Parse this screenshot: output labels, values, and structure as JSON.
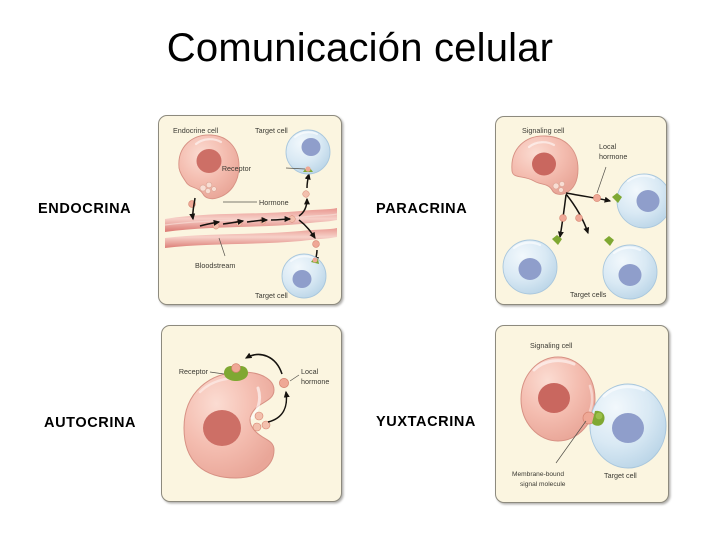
{
  "slide": {
    "title": "Comunicación celular",
    "background_color": "#ffffff"
  },
  "categories": [
    {
      "id": "endocrina",
      "label": "ENDOCRINA"
    },
    {
      "id": "paracrina",
      "label": "PARACRINA"
    },
    {
      "id": "autocrina",
      "label": "AUTOCRINA"
    },
    {
      "id": "yuxtacrina",
      "label": "YUXTACRINA"
    }
  ],
  "panels": {
    "endocrina": {
      "labels": {
        "source_cell": "Endocrine cell",
        "target_cell_top": "Target cell",
        "target_cell_bottom": "Target cell",
        "receptor": "Receptor",
        "signal": "Hormone",
        "vessel": "Bloodstream"
      }
    },
    "paracrina": {
      "labels": {
        "source_cell": "Signaling cell",
        "signal": "Local\nhormone",
        "signal_line1": "Local",
        "signal_line2": "hormone",
        "target_cells": "Target cells"
      }
    },
    "autocrina": {
      "labels": {
        "receptor": "Receptor",
        "signal_line1": "Local",
        "signal_line2": "hormone"
      }
    },
    "yuxtacrina": {
      "labels": {
        "source_cell": "Signaling cell",
        "signal_line1": "Membrane-bound",
        "signal_line2": "signal molecule",
        "target_cell": "Target cell"
      }
    }
  },
  "colors": {
    "panel_background": "#fbf5e0",
    "panel_border": "#8d8a7e",
    "signaling_cell_fill": "#f4bfb2",
    "signaling_cell_nucleus": "#c9675f",
    "target_cell_fill": "#dbeaf5",
    "target_cell_nucleus": "#8f9ecb",
    "receptor_green": "#7fa832",
    "hormone_pink": "#efa896",
    "vessel_red": "#d9706a",
    "arrow_black": "#16130f",
    "label_text": "#3b3a33",
    "title_text": "#000000"
  }
}
